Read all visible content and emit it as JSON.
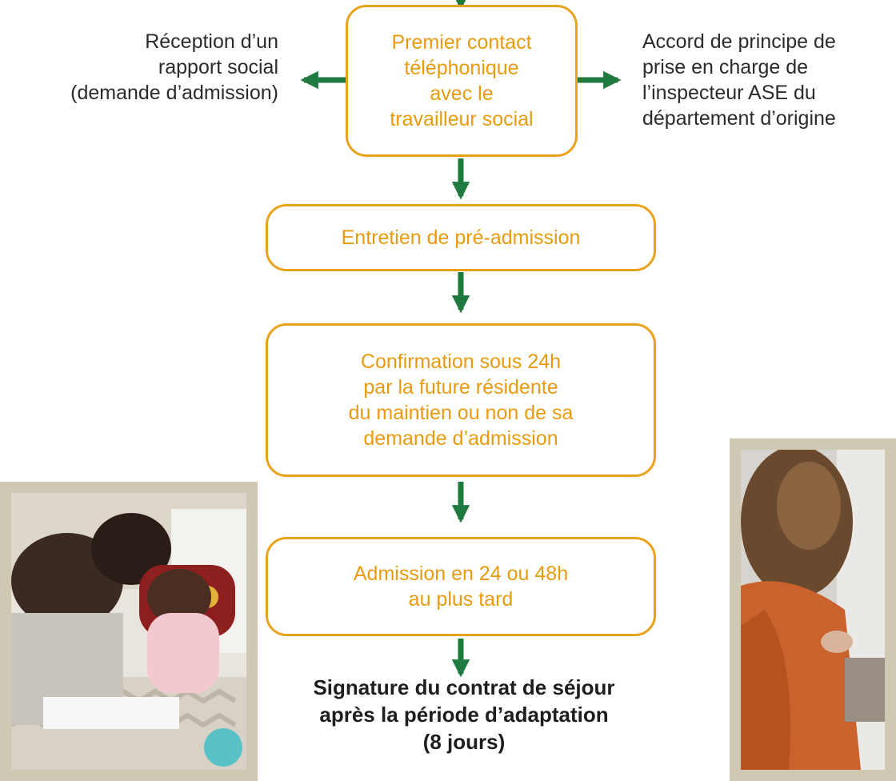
{
  "flow": {
    "step1": "Premier contact\ntéléphonique\navec le\ntravailleur social",
    "step2": "Entretien de pré-admission",
    "step3": "Confirmation sous 24h\npar la future résidente\ndu maintien ou non de sa\ndemande d’admission",
    "step4": "Admission en 24 ou 48h\nau plus tard",
    "final": "Signature du contrat de séjour\naprès la période d’adaptation\n(8 jours)"
  },
  "side": {
    "left": "Réception d’un\nrapport social\n(demande d’admission)",
    "right": "Accord de principe de\nprise en charge de\nl’inspecteur ASE du\ndépartement d’origine"
  },
  "colors": {
    "box_border": "#eba21b",
    "box_text": "#e89b0f",
    "arrow": "#1f7a3f",
    "photo_frame": "#cfc8b2"
  },
  "photos": {
    "left": "photo-mother-baby-drawing",
    "right": "photo-woman-orange-jacket"
  }
}
